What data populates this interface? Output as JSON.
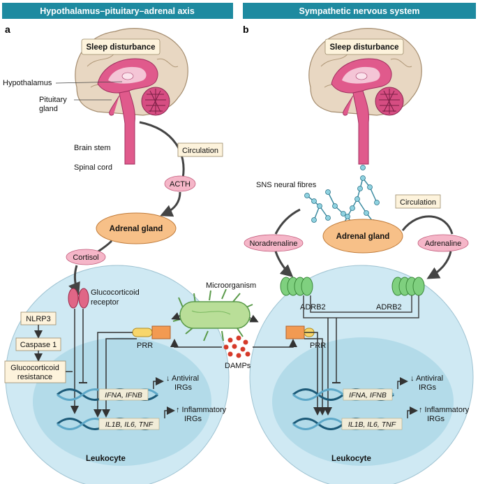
{
  "headers": {
    "left": "Hypothalamus–pituitary–adrenal axis",
    "right": "Sympathetic nervous system"
  },
  "panels": {
    "a": "a",
    "b": "b"
  },
  "left": {
    "sleep": "Sleep disturbance",
    "hypothalamus": "Hypothalamus",
    "pituitary_1": "Pituitary",
    "pituitary_2": "gland",
    "brain_stem": "Brain stem",
    "spinal_cord": "Spinal cord",
    "circulation": "Circulation",
    "acth": "ACTH",
    "adrenal": "Adrenal gland",
    "cortisol": "Cortisol",
    "gr_1": "Glucocorticoid",
    "gr_2": "receptor",
    "nlrp3": "NLRP3",
    "caspase": "Caspase 1",
    "gcres_1": "Glucocorticoid",
    "gcres_2": "resistance",
    "prr": "PRR",
    "gene1": "IFNA, IFNB",
    "gene2": "IL1B, IL6, TNF",
    "antiviral_1": "↓ Antiviral",
    "antiviral_2": "IRGs",
    "inflam_1": "↑ Inflammatory",
    "inflam_2": "IRGs",
    "leukocyte": "Leukocyte"
  },
  "center": {
    "microorganism": "Microorganism",
    "damps": "DAMPs"
  },
  "right": {
    "sleep": "Sleep disturbance",
    "sns": "SNS neural fibres",
    "circulation": "Circulation",
    "noradrenaline": "Noradrenaline",
    "adrenal": "Adrenal gland",
    "adrenaline": "Adrenaline",
    "adrb2_left": "ADRB2",
    "adrb2_right": "ADRB2",
    "prr": "PRR",
    "gene1": "IFNA, IFNB",
    "gene2": "IL1B, IL6, TNF",
    "antiviral_1": "↓ Antiviral",
    "antiviral_2": "IRGs",
    "inflam_1": "↑ Inflammatory",
    "inflam_2": "IRGs",
    "leukocyte": "Leukocyte"
  }
}
